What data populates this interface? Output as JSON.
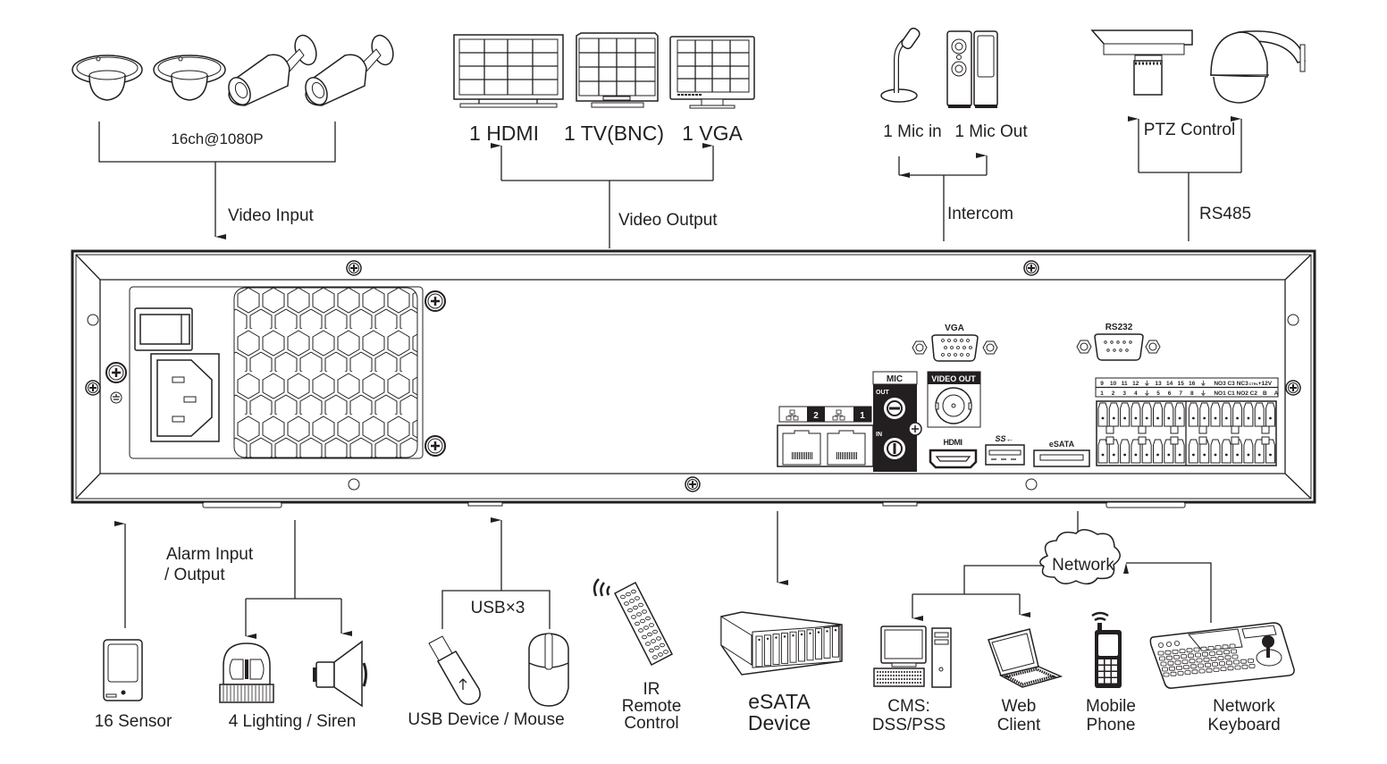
{
  "diagram": {
    "title": "NVR rear panel connection diagram",
    "colors": {
      "ink": "#231f20",
      "panel_black": "#231f20",
      "background": "#ffffff"
    },
    "top_groups": {
      "video_input": {
        "devices_label": "16ch@1080P",
        "connection_label": "Video Input",
        "devices": [
          "dome-camera",
          "dome-camera",
          "bullet-camera",
          "bullet-camera"
        ]
      },
      "video_output": {
        "connection_label": "Video Output",
        "outputs": [
          {
            "label": "1 HDMI",
            "device": "hdmi-monitor"
          },
          {
            "label": "1 TV(BNC)",
            "device": "crt-tv"
          },
          {
            "label": "1 VGA",
            "device": "vga-monitor"
          }
        ]
      },
      "intercom": {
        "connection_label": "Intercom",
        "items": [
          {
            "label": "1 Mic in",
            "device": "microphone"
          },
          {
            "label": "1 Mic Out",
            "device": "speakers"
          }
        ]
      },
      "ptz": {
        "devices_label": "PTZ Control",
        "connection_label": "RS485",
        "devices": [
          "pan-tilt-housing",
          "speed-dome"
        ]
      }
    },
    "rear_panel": {
      "network_ports": [
        {
          "label": "2"
        },
        {
          "label": "1"
        }
      ],
      "mic": {
        "title": "MIC",
        "out_label": "OUT",
        "in_label": "IN"
      },
      "vga_label": "VGA",
      "video_out_label": "VIDEO OUT",
      "hdmi_label": "HDMI",
      "usb_label": "SS←",
      "esata_label": "eSATA",
      "rs232_label": "RS232",
      "terminal_top": [
        "9",
        "10",
        "11",
        "12",
        "⏚",
        "13",
        "14",
        "15",
        "16",
        "⏚",
        "NO3",
        "C3",
        "NC3",
        "CTRL 12V",
        "+12V"
      ],
      "terminal_bottom": [
        "1",
        "2",
        "3",
        "4",
        "⏚",
        "5",
        "6",
        "7",
        "8",
        "⏚",
        "NO1",
        "C1",
        "NO2",
        "C2",
        "B",
        "A"
      ]
    },
    "bottom_groups": {
      "alarm": {
        "connection_label_line1": "Alarm Input",
        "connection_label_line2": "/ Output",
        "sensor_label": "16 Sensor",
        "output_label": "4 Lighting / Siren"
      },
      "usb": {
        "connection_label": "USB×3",
        "devices_label": "USB Device / Mouse"
      },
      "ir_remote": {
        "line1": "IR",
        "line2": "Remote",
        "line3": "Control"
      },
      "esata": {
        "line1": "eSATA",
        "line2": "Device"
      },
      "network": {
        "cloud_label": "Network",
        "clients": [
          {
            "line1": "CMS:",
            "line2": "DSS/PSS"
          },
          {
            "line1": "Web",
            "line2": "Client"
          },
          {
            "line1": "Mobile",
            "line2": "Phone"
          },
          {
            "line1": "Network",
            "line2": "Keyboard"
          }
        ]
      }
    }
  }
}
